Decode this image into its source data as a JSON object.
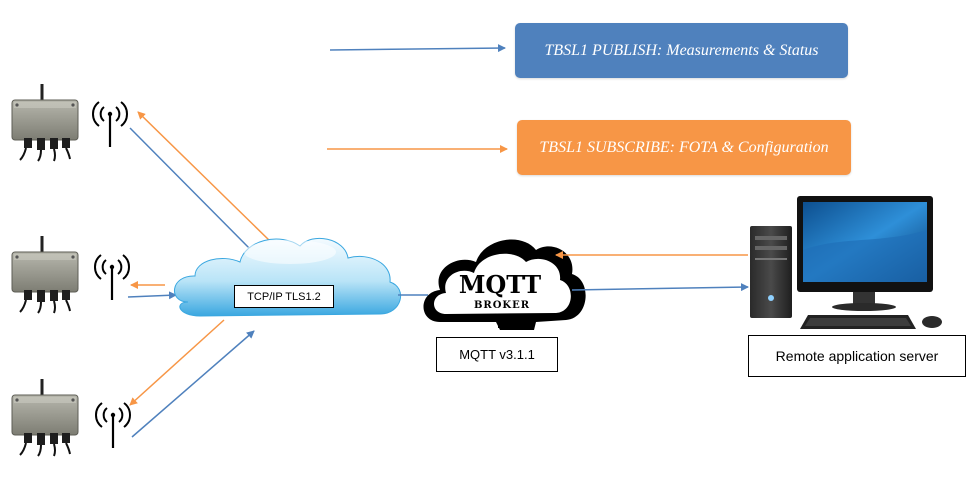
{
  "legend": {
    "publish_label": "TBSL1 PUBLISH: Measurements & Status",
    "subscribe_label": "TBSL1 SUBSCRIBE: FOTA & Configuration"
  },
  "network": {
    "cloud_label": "TCP/IP TLS1.2"
  },
  "broker": {
    "logo_title": "MQTT",
    "logo_subtitle": "BROKER",
    "version_label": "MQTT v3.1.1"
  },
  "server": {
    "label": "Remote application server"
  },
  "colors": {
    "publish": "#4f81bd",
    "subscribe": "#f79646",
    "cloud_light": "#e8f6fd",
    "cloud_dark": "#3aa7e0",
    "device_body": "#8f8f85"
  },
  "icons": [
    "sensor-device-icon",
    "antenna-signal-icon",
    "cloud-icon",
    "mqtt-broker-cloud-icon",
    "desktop-computer-icon"
  ]
}
